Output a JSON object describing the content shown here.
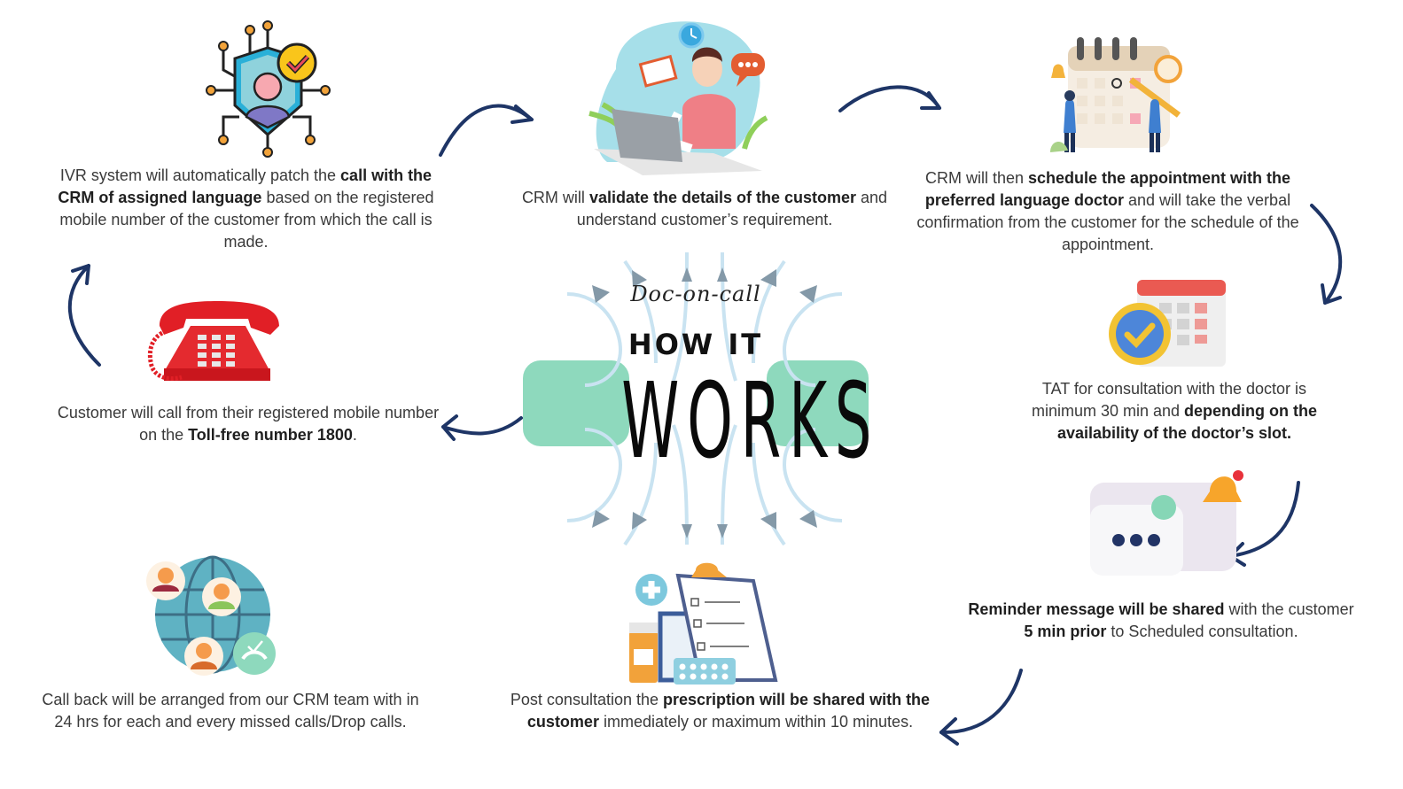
{
  "header": {
    "subtitle": "Doc-on-call",
    "title_line1": "HOW IT",
    "title_line2": "WORKS"
  },
  "colors": {
    "accent_green": "#8ed9bd",
    "arrow_navy": "#1e3566",
    "flow_line_blue": "#c9e3f1",
    "flow_arrowhead": "#8499a8",
    "text": "#3a3a3a"
  },
  "steps": [
    {
      "id": "customer-call",
      "icon": "telephone-icon",
      "parts": [
        {
          "text": "Customer will call from their registered mobile number on the ",
          "bold": false
        },
        {
          "text": "Toll-free number 1800",
          "bold": true
        },
        {
          "text": ".",
          "bold": false
        }
      ]
    },
    {
      "id": "ivr-patch",
      "icon": "shield-user-network-icon",
      "parts": [
        {
          "text": "IVR system will automatically patch the ",
          "bold": false
        },
        {
          "text": "call with the CRM of assigned language",
          "bold": true
        },
        {
          "text": " based on the registered mobile number of the customer from which the call is made.",
          "bold": false
        }
      ]
    },
    {
      "id": "crm-validate",
      "icon": "support-agent-laptop-icon",
      "parts": [
        {
          "text": "CRM will ",
          "bold": false
        },
        {
          "text": "validate the details of the customer",
          "bold": true
        },
        {
          "text": " and understand customer’s requirement.",
          "bold": false
        }
      ]
    },
    {
      "id": "crm-schedule",
      "icon": "calendar-planning-icon",
      "parts": [
        {
          "text": "CRM will then ",
          "bold": false
        },
        {
          "text": "schedule the appointment with the preferred language doctor",
          "bold": true
        },
        {
          "text": " and will take the verbal confirmation from the customer for the schedule of the appointment.",
          "bold": false
        }
      ]
    },
    {
      "id": "tat",
      "icon": "calendar-check-icon",
      "parts": [
        {
          "text": "TAT for consultation with the doctor is minimum 30 min and ",
          "bold": false
        },
        {
          "text": "depending on the availability of the doctor’s slot.",
          "bold": true
        }
      ]
    },
    {
      "id": "reminder",
      "icon": "message-bell-icon",
      "parts": [
        {
          "text": "Reminder message will be shared",
          "bold": true
        },
        {
          "text": " with the customer ",
          "bold": false
        },
        {
          "text": "5 min prior",
          "bold": true
        },
        {
          "text": " to Scheduled consultation.",
          "bold": false
        }
      ]
    },
    {
      "id": "prescription",
      "icon": "prescription-clipboard-icon",
      "parts": [
        {
          "text": "Post consultation the ",
          "bold": false
        },
        {
          "text": "prescription will be shared with the customer",
          "bold": true
        },
        {
          "text": " immediately or maximum within 10 minutes.",
          "bold": false
        }
      ]
    },
    {
      "id": "callback",
      "icon": "globe-people-callback-icon",
      "parts": [
        {
          "text": "Call back will be arranged from our CRM team with in 24 hrs for each and every missed calls/Drop calls.",
          "bold": false
        }
      ]
    }
  ]
}
